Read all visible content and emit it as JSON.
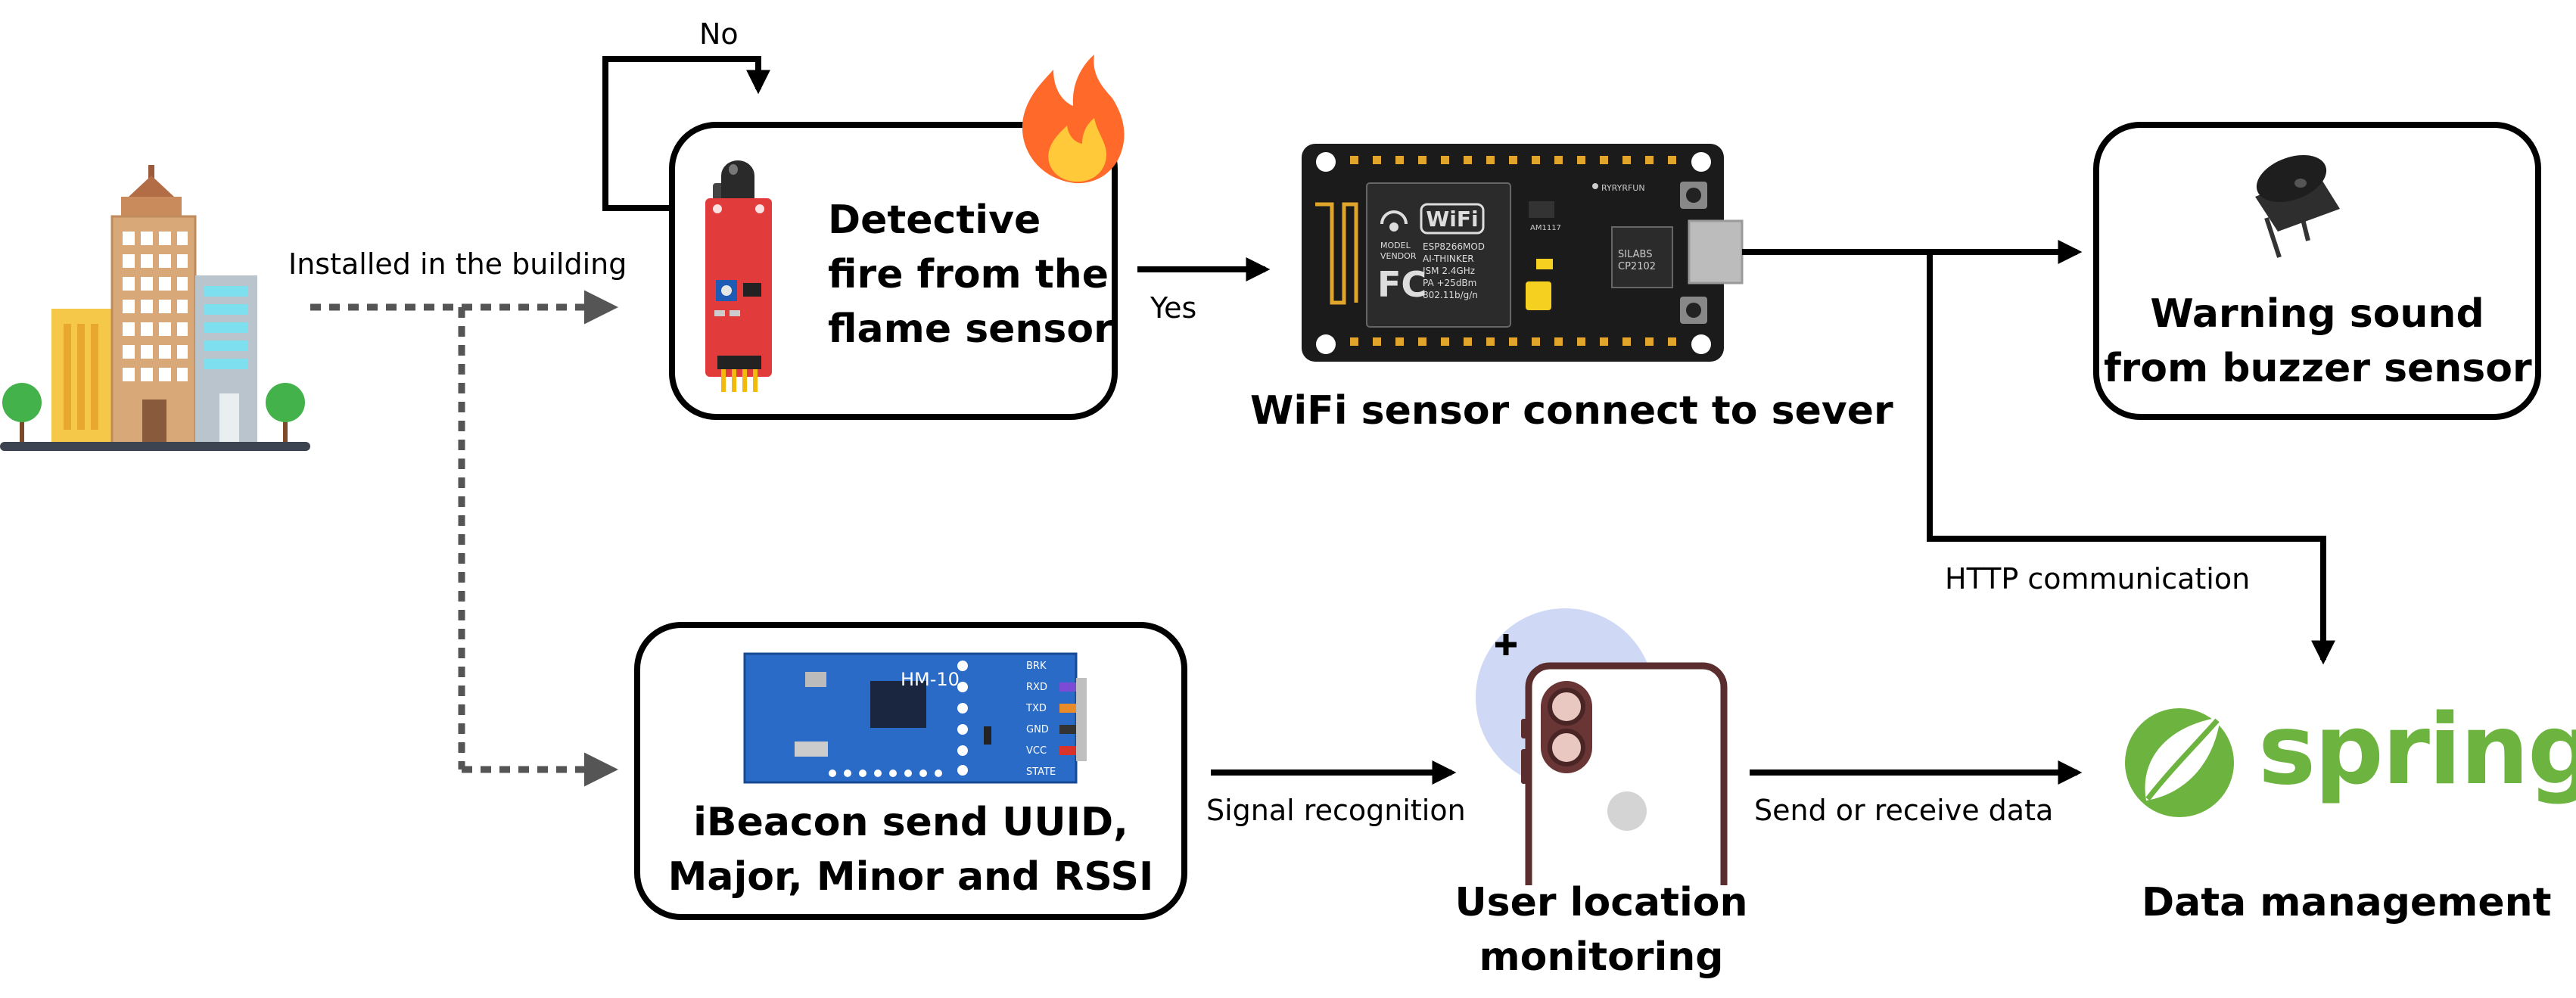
{
  "labels": {
    "installed": "Installed in the building",
    "no": "No",
    "yes": "Yes",
    "http": "HTTP communication",
    "signal": "Signal recognition",
    "send_receive": "Send or receive data"
  },
  "nodes": {
    "flame": [
      "Detective",
      "fire from the",
      "flame sensor"
    ],
    "wifi": "WiFi sensor connect to sever",
    "buzzer": [
      "Warning sound",
      "from buzzer sensor"
    ],
    "ibeacon": [
      "iBeacon send UUID,",
      "Major, Minor and RSSI"
    ],
    "user": [
      "User location",
      "monitoring"
    ],
    "data": "Data management"
  },
  "chips": {
    "hm10": "HM-10",
    "hm10_pins": [
      "BRK",
      "RXD",
      "TXD",
      "GND",
      "VCC",
      "STATE"
    ],
    "wifi_badge": "WiFi",
    "fc": "FC",
    "model_vendor": [
      "MODEL",
      "VENDOR"
    ],
    "esp_lines": [
      "ESP8266MOD",
      "AI-THINKER",
      "ISM 2.4GHz",
      "PA +25dBm",
      "802.11b/g/n"
    ],
    "silabs": [
      "SILABS",
      "CP2102"
    ],
    "ams": "AM1117",
    "ryryfun": "RYRYRFUN"
  },
  "logo": {
    "text": "spring"
  },
  "colors": {
    "spring_green": "#6db33f",
    "flame_orange": "#ff6a2a",
    "flame_yellow": "#ffc93a",
    "sensor_red": "#e23b3b",
    "board_blue": "#1f5bb5",
    "board_black": "#1b1b1b"
  }
}
